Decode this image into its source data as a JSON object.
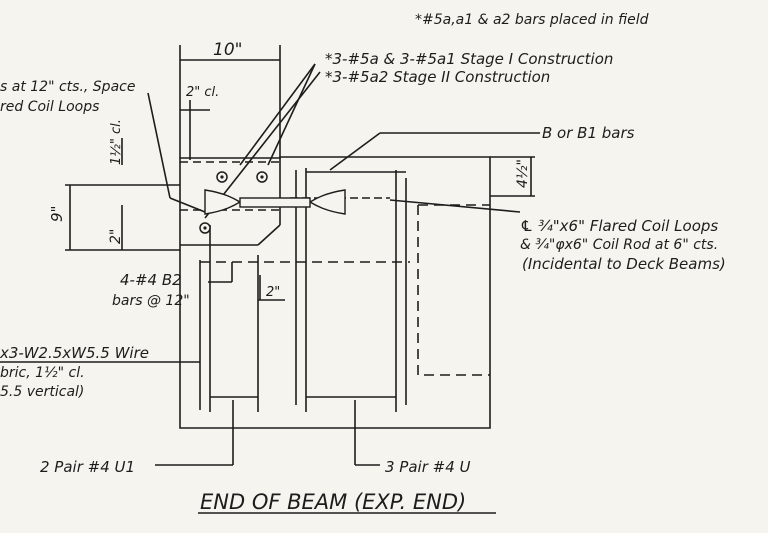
{
  "notes": {
    "top_note": "*#5a,a1 & a2 bars placed in field",
    "stage1": "*3-#5a & 3-#5a1 Stage I Construction",
    "stage2": "*3-#5a2 Stage II Construction",
    "b_bars": "B or B1 bars",
    "loops_1": "℄ ¾\"x6\" Flared Coil Loops",
    "loops_2": "& ¾\"φx6\" Coil Rod at 6\" cts.",
    "loops_3": "(Incidental to Deck Beams)",
    "left_1": "s at 12\" cts., Space",
    "left_2": "red Coil Loops",
    "bars_4b2_1": "4-#4 B2",
    "bars_4b2_2": "bars @ 12\"",
    "fabric_1": "x3-W2.5xW5.5 Wire",
    "fabric_2": "bric, 1½\" cl.",
    "fabric_3": "5.5 vertical)",
    "pair_2": "2 Pair #4 U1",
    "pair_3": "3 Pair #4 U",
    "title": "END OF BEAM (EXP. END)"
  },
  "dimensions": {
    "width": "10\"",
    "clear_2": "2\" cl.",
    "cl_1_5": "1½\" cl.",
    "nine": "9\"",
    "two": "2\"",
    "four_half": "4½\"",
    "small_2": "2\""
  },
  "colors": {
    "ink": "#1d1d1d",
    "paper": "#f6f4ee"
  }
}
